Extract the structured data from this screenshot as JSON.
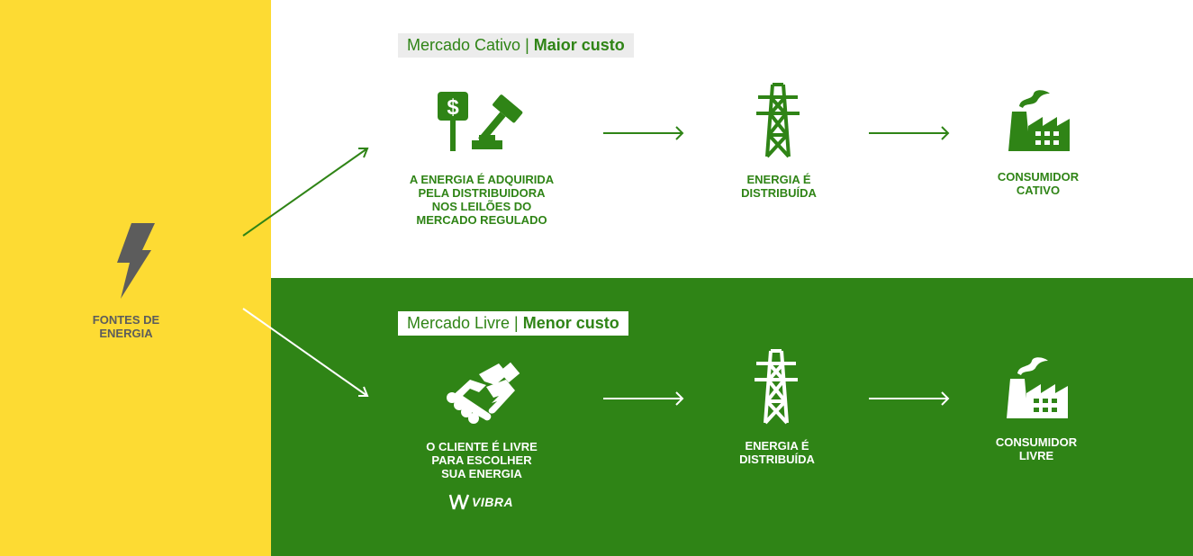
{
  "sources": {
    "label": "FONTES DE\nENERGIA"
  },
  "captive": {
    "tag_name": "Mercado Cativo",
    "tag_sep": "|",
    "tag_cost": "Maior custo",
    "step1": "A ENERGIA É ADQUIRIDA\nPELA DISTRIBUIDORA\nNOS LEILÕES DO\nMERCADO REGULADO",
    "step2": "ENERGIA É\nDISTRIBUÍDA",
    "step3": "CONSUMIDOR\nCATIVO"
  },
  "free": {
    "tag_name": "Mercado Livre",
    "tag_sep": "|",
    "tag_cost": "Menor custo",
    "step1": "O CLIENTE É LIVRE\nPARA ESCOLHER\nSUA ENERGIA",
    "step2": "ENERGIA É\nDISTRIBUÍDA",
    "step3": "CONSUMIDOR\nLIVRE"
  },
  "brand": {
    "name": "VIBRA"
  },
  "colors": {
    "yellow": "#fddb33",
    "green": "#2f8416",
    "white": "#ffffff",
    "gray": "#5c5c5c"
  },
  "icons": [
    "lightning-bolt-icon",
    "auction-gavel-icon",
    "transmission-tower-icon",
    "factory-icon",
    "handshake-icon",
    "arrow-right-icon"
  ]
}
